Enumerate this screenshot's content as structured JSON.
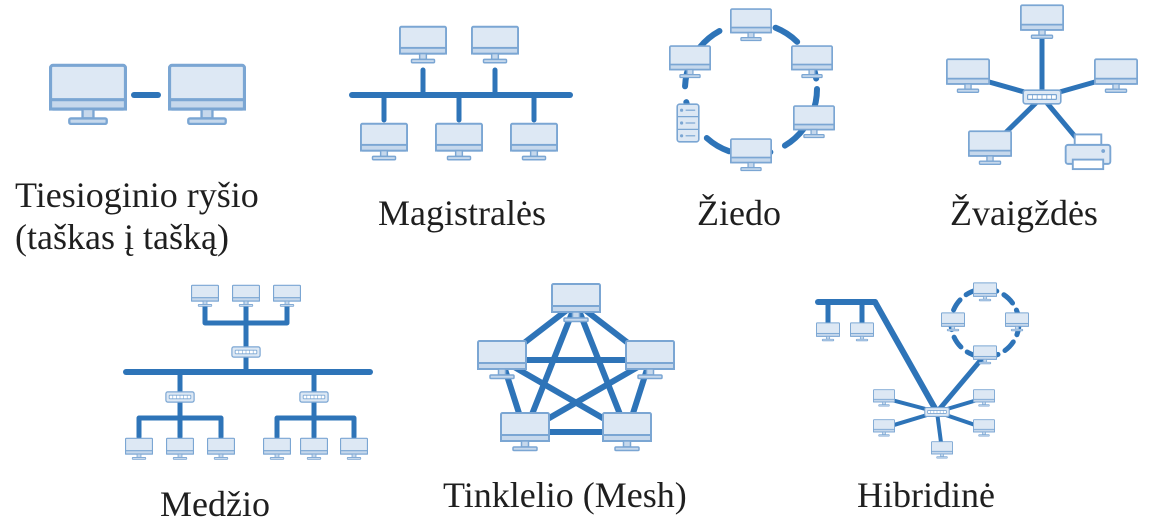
{
  "topologies": [
    {
      "id": "p2p",
      "label_lines": [
        "Tiesioginio ryšio",
        "(taškas į tašką)"
      ]
    },
    {
      "id": "bus",
      "label_lines": [
        "Magistralės"
      ]
    },
    {
      "id": "ring",
      "label_lines": [
        "Žiedo"
      ]
    },
    {
      "id": "star",
      "label_lines": [
        "Žvaigždės"
      ]
    },
    {
      "id": "tree",
      "label_lines": [
        "Medžio"
      ]
    },
    {
      "id": "mesh",
      "label_lines": [
        "Tinklelio (Mesh)"
      ]
    },
    {
      "id": "hybrid",
      "label_lines": [
        "Hibridinė"
      ]
    }
  ],
  "colors": {
    "line": "#2e74b8",
    "device_fill": "#dde8f4",
    "device_stroke": "#7ba6d3",
    "text": "#1f1f1f",
    "background": "#ffffff"
  },
  "icons": {
    "computer": "monitor-icon",
    "server": "server-icon",
    "hub": "switch-icon",
    "printer": "printer-icon"
  }
}
